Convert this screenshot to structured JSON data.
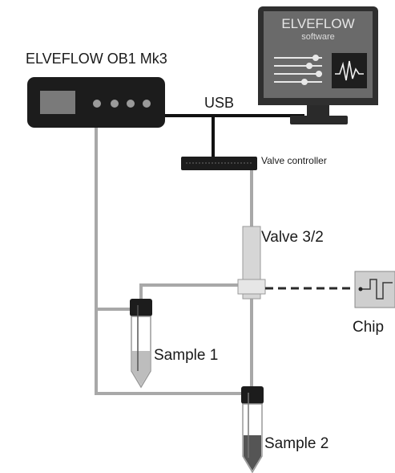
{
  "device": {
    "label": "ELVEFLOW OB1 Mk3"
  },
  "link": {
    "usb_label": "USB"
  },
  "monitor": {
    "title": "ELVEFLOW",
    "subtitle": "software"
  },
  "valve_controller": {
    "label": "Valve controller"
  },
  "valve": {
    "label": "Valve 3/2"
  },
  "chip": {
    "label": "Chip"
  },
  "samples": [
    {
      "label": "Sample 1"
    },
    {
      "label": "Sample 2"
    }
  ],
  "colors": {
    "device_body": "#1c1c1c",
    "monitor_screen": "#666666",
    "monitor_stand": "#2a2a2a",
    "tubing": "#a8a8a8",
    "cable": "#111111",
    "valve_body": "#d6d6d6",
    "chip_body": "#cfcfcf",
    "sample_liquid_1": "#bdbdbd",
    "sample_liquid_2": "#555555"
  }
}
